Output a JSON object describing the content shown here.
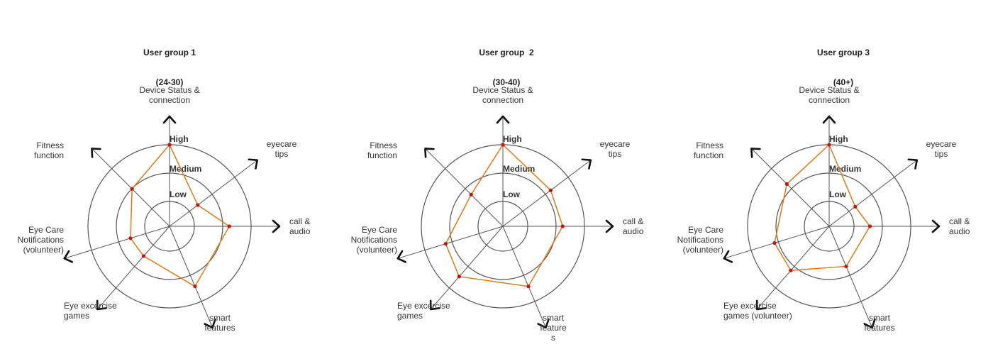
{
  "colors": {
    "grid": "#555555",
    "axis": "#555555",
    "polygon": "#e07a10",
    "point": "#d01010",
    "text": "#333333"
  },
  "levels": [
    "Low",
    "Medium",
    "High"
  ],
  "chart_data": [
    {
      "type": "radar",
      "title_line1": "User group 1",
      "title_line2": "(24-30)",
      "axes": [
        [
          "Device Status &",
          "connection"
        ],
        [
          "eyecare",
          "tips"
        ],
        [
          "call &",
          "audio"
        ],
        [
          "smart",
          "features"
        ],
        [
          "Eye excercise",
          "games"
        ],
        [
          "Eye Care",
          "Notifications",
          "(volunteer)"
        ],
        [
          "Fitness",
          "function"
        ]
      ],
      "values": [
        3,
        1.3,
        2.2,
        2.4,
        1.45,
        1.5,
        1.95
      ],
      "scale_max": 3
    },
    {
      "type": "radar",
      "title_line1": "User group  2",
      "title_line2": "(30-40)",
      "axes": [
        [
          "Device Status &",
          "connection"
        ],
        [
          "eyecare",
          "tips"
        ],
        [
          "call &",
          "audio"
        ],
        [
          "smart",
          "feature",
          "s"
        ],
        [
          "Eye excercise",
          "games"
        ],
        [
          "Eye Care",
          "Notifications",
          "(volunteer)"
        ],
        [
          "Fitness",
          "function"
        ]
      ],
      "values": [
        3,
        2.2,
        2.2,
        2.4,
        2.45,
        2.2,
        1.65
      ],
      "scale_max": 3
    },
    {
      "type": "radar",
      "title_line1": "User group 3",
      "title_line2": "(40+)",
      "axes": [
        [
          "Device Status &",
          "connection"
        ],
        [
          "eyecare",
          "tips"
        ],
        [
          "call &",
          "audio"
        ],
        [
          "smart",
          "features"
        ],
        [
          "Eye excercise",
          "games (volunteer)"
        ],
        [
          "Eye Care",
          "Notifications",
          "(volunteer)"
        ],
        [
          "Fitness",
          "function"
        ]
      ],
      "values": [
        3,
        1.2,
        1.5,
        1.6,
        2.15,
        2.1,
        2.2
      ],
      "scale_max": 3
    }
  ]
}
